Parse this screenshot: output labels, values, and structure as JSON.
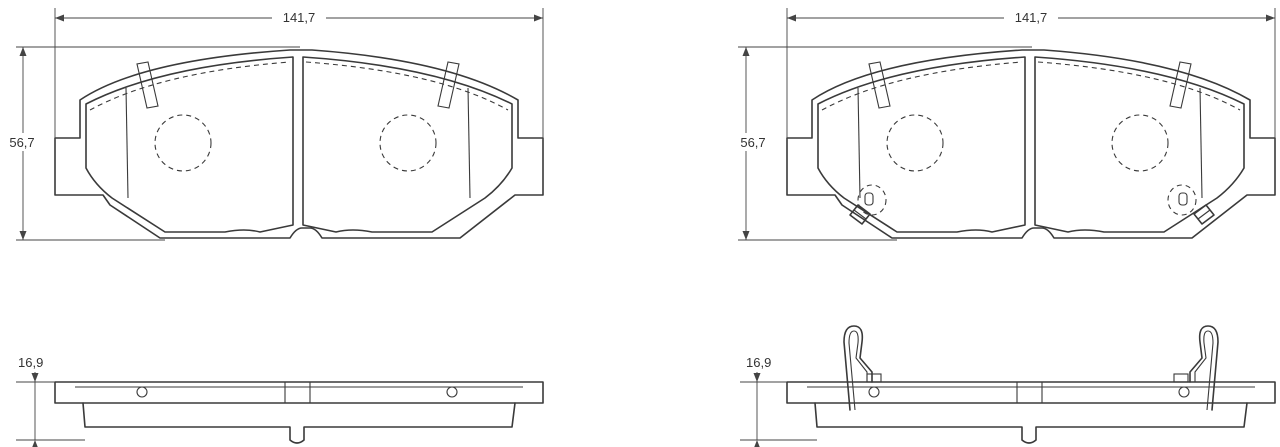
{
  "colors": {
    "line": "#3a3a3a",
    "dimension": "#444444",
    "background": "#ffffff"
  },
  "left_view": {
    "width_label": "141,7",
    "height_label": "56,7",
    "thickness_label": "16,9"
  },
  "right_view": {
    "width_label": "141,7",
    "height_label": "56,7",
    "thickness_label": "16,9"
  }
}
